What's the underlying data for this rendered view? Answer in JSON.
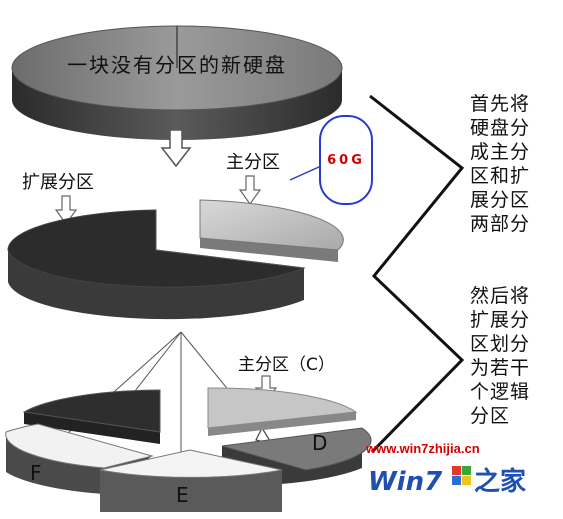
{
  "disk_label": "一块没有分区的新硬盘",
  "primary_label": "主分区",
  "extended_label": "扩展分区",
  "size_callout": "60G",
  "primary_c_label": "主分区（C）",
  "partition_letters": {
    "d": "D",
    "e": "E",
    "f": "F"
  },
  "note_1": [
    "首先将",
    "硬盘分",
    "成主分",
    "区和扩",
    "展分区",
    "两部分"
  ],
  "note_2": [
    "然后将",
    "扩展分",
    "区划分",
    "为若干",
    "个逻辑",
    "分区"
  ],
  "watermark": {
    "url": "www.win7zhijia.cn",
    "logo_text": "Win7",
    "logo_suffix": "之家"
  },
  "colors": {
    "disk_top": "#8a8a8a",
    "disk_side": "#3c3c3c",
    "dark_top": "#2e2e2e",
    "light_top": "#bdbdbd",
    "white_top": "#f2f2f2",
    "callout_border": "#2a3ad0",
    "callout_text": "#d00000",
    "watermark_red": "#d40000",
    "logo_blue": "#1f4fb0"
  }
}
